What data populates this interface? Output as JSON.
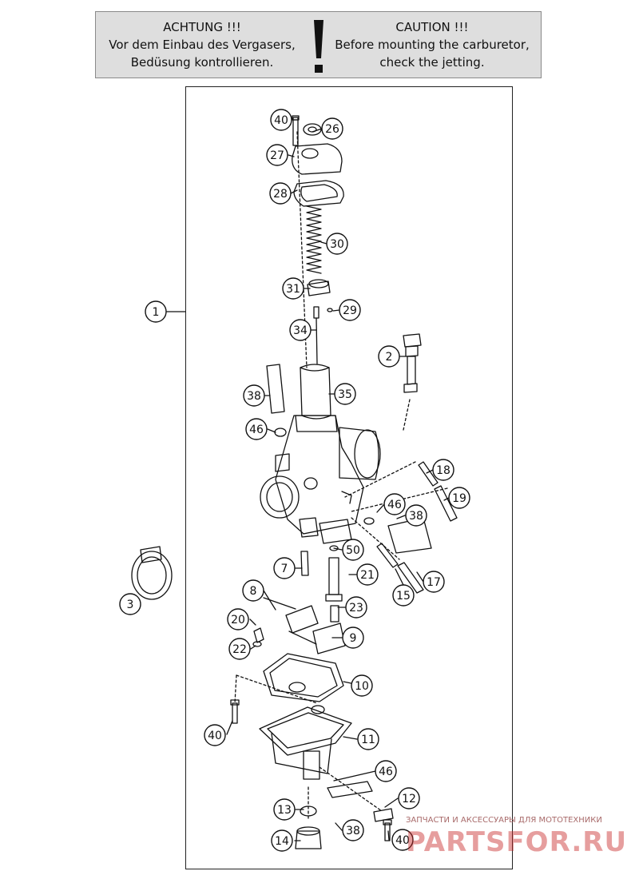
{
  "caution": {
    "german": [
      "ACHTUNG !!!",
      "Vor dem Einbau des Vergasers,",
      "Bedüsung kontrollieren."
    ],
    "english": [
      "CAUTION !!!",
      "Before mounting the carburetor,",
      "check the jetting."
    ]
  },
  "callouts": [
    {
      "id": "p40a",
      "label": "40",
      "icon": "hex-bolt"
    },
    {
      "id": "p26",
      "label": "26",
      "icon": "nut"
    },
    {
      "id": "p27",
      "label": "27",
      "icon": "top-cover"
    },
    {
      "id": "p28",
      "label": "28",
      "icon": "gasket"
    },
    {
      "id": "p30",
      "label": "30",
      "icon": "spring"
    },
    {
      "id": "p31",
      "label": "31",
      "icon": "slide-holder"
    },
    {
      "id": "p29",
      "label": "29",
      "icon": "clip"
    },
    {
      "id": "p34",
      "label": "34",
      "icon": "jet-needle"
    },
    {
      "id": "p1",
      "label": "1",
      "icon": "carburetor-assembly"
    },
    {
      "id": "p2",
      "label": "2",
      "icon": "idle-adjuster"
    },
    {
      "id": "p38a",
      "label": "38",
      "icon": "hose"
    },
    {
      "id": "p35",
      "label": "35",
      "icon": "throttle-slide"
    },
    {
      "id": "p46a",
      "label": "46",
      "icon": "hose-clip"
    },
    {
      "id": "p18",
      "label": "18",
      "icon": "spring"
    },
    {
      "id": "p19",
      "label": "19",
      "icon": "screw"
    },
    {
      "id": "p46b",
      "label": "46",
      "icon": "hose-clip"
    },
    {
      "id": "p38b",
      "label": "38",
      "icon": "hose"
    },
    {
      "id": "p3",
      "label": "3",
      "icon": "hose-clamp"
    },
    {
      "id": "p50",
      "label": "50",
      "icon": "o-ring"
    },
    {
      "id": "p7",
      "label": "7",
      "icon": "jet"
    },
    {
      "id": "p21",
      "label": "21",
      "icon": "needle-jet"
    },
    {
      "id": "p15",
      "label": "15",
      "icon": "spring"
    },
    {
      "id": "p17",
      "label": "17",
      "icon": "screw"
    },
    {
      "id": "p8",
      "label": "8",
      "icon": "pin"
    },
    {
      "id": "p23",
      "label": "23",
      "icon": "main-jet"
    },
    {
      "id": "p20",
      "label": "20",
      "icon": "float-needle"
    },
    {
      "id": "p9",
      "label": "9",
      "icon": "float"
    },
    {
      "id": "p22",
      "label": "22",
      "icon": "clip"
    },
    {
      "id": "p10",
      "label": "10",
      "icon": "gasket"
    },
    {
      "id": "p40b",
      "label": "40",
      "icon": "hex-bolt"
    },
    {
      "id": "p11",
      "label": "11",
      "icon": "float-bowl"
    },
    {
      "id": "p46c",
      "label": "46",
      "icon": "hose-clip"
    },
    {
      "id": "p12",
      "label": "12",
      "icon": "bracket"
    },
    {
      "id": "p13",
      "label": "13",
      "icon": "o-ring"
    },
    {
      "id": "p38c",
      "label": "38",
      "icon": "hose"
    },
    {
      "id": "p14",
      "label": "14",
      "icon": "drain-plug"
    },
    {
      "id": "p40c",
      "label": "40",
      "icon": "hex-bolt"
    }
  ],
  "watermark": {
    "caption": "ЗАПЧАСТИ И АКСЕССУАРЫ ДЛЯ МОТОТЕХНИКИ",
    "logo": "PARTSFOR.RU"
  },
  "colors": {
    "line": "#111111",
    "box_fill": "#dedede",
    "watermark": "#c82828"
  }
}
